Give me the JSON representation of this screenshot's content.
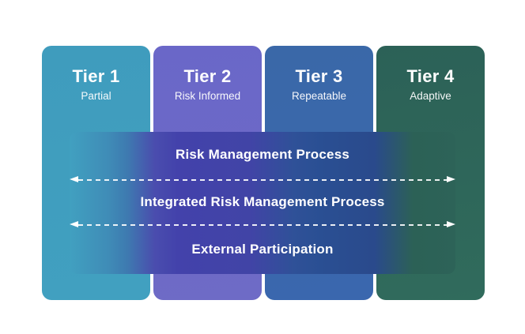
{
  "diagram": {
    "background_color": "#FFFFFF",
    "tiers": [
      {
        "title": "Tier 1",
        "subtitle": "Partial",
        "color_top": "#3F9CBD",
        "color_bottom": "#41A0C0"
      },
      {
        "title": "Tier 2",
        "subtitle": "Risk Informed",
        "color_top": "#6A67C8",
        "color_bottom": "#6E6BC6"
      },
      {
        "title": "Tier 3",
        "subtitle": "Repeatable",
        "color_top": "#3A68A8",
        "color_bottom": "#3A67AE"
      },
      {
        "title": "Tier 4",
        "subtitle": "Adaptive",
        "color_top": "#2C6157",
        "color_bottom": "#306B5C"
      }
    ],
    "overlay_band": {
      "labels": [
        "Risk Management Process",
        "Integrated Risk Management Process",
        "External Participation"
      ],
      "arrow_style": "double-headed dashed",
      "arrow_color": "#FFFFFF",
      "color_over_tier2": "#4342AB",
      "color_over_tier3": "#2A4F93"
    }
  }
}
